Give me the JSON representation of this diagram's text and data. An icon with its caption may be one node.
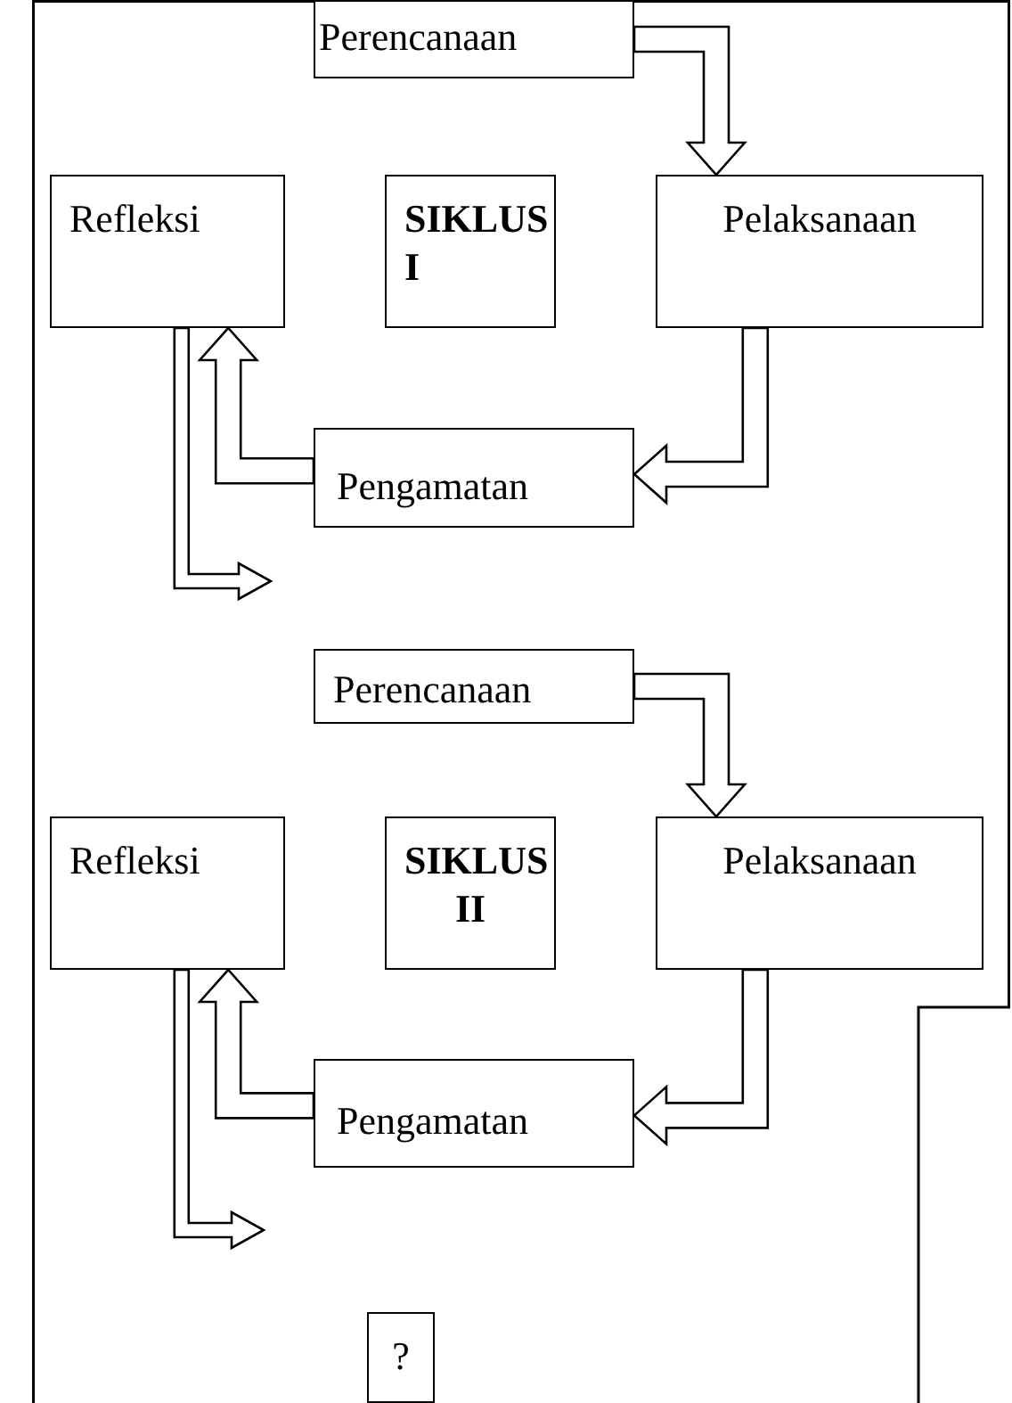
{
  "diagram": {
    "nodes": [
      {
        "text": [
          "Perencanaan"
        ]
      },
      {
        "text": [
          "Refleksi"
        ]
      },
      {
        "text": [
          "SIKLUS I"
        ]
      },
      {
        "text": [
          "Pelaksanaan"
        ]
      },
      {
        "text": [
          "Pengamatan"
        ]
      },
      {
        "text": [
          "Perencanaan"
        ]
      },
      {
        "text": [
          "Refleksi"
        ]
      },
      {
        "text": [
          "SIKLUS II"
        ]
      },
      {
        "text": [
          "Pelaksanaan"
        ]
      },
      {
        "text": [
          "Pengamatan"
        ]
      },
      {
        "text": [
          "?"
        ]
      }
    ],
    "edges": [
      {
        "from": 0,
        "to": 3,
        "arrow": "to"
      },
      {
        "from": 3,
        "to": 4,
        "arrow": "to"
      },
      {
        "from": 4,
        "to": 1,
        "arrow": "to"
      },
      {
        "from": 1,
        "to": null,
        "arrow": "to"
      },
      {
        "from": 5,
        "to": 8,
        "arrow": "to"
      },
      {
        "from": 8,
        "to": 9,
        "arrow": "to"
      },
      {
        "from": 9,
        "to": 6,
        "arrow": "to"
      },
      {
        "from": 6,
        "to": null,
        "arrow": "to"
      }
    ]
  }
}
